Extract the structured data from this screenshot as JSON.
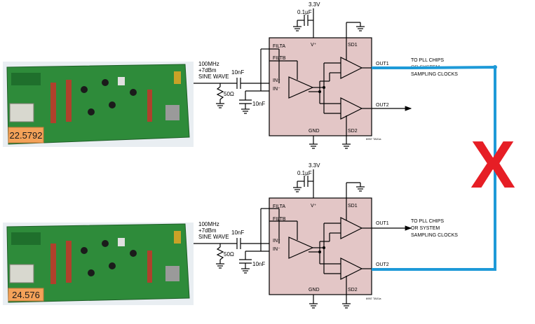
{
  "colors": {
    "ic_fill": "#e3c6c6",
    "wire": "#000000",
    "blue_wire": "#1e9ad8",
    "cross": "#e61e25",
    "pcb": "#2e8b3a",
    "freq_label_bg": "#f4a259"
  },
  "top": {
    "board_freq": "22.5792",
    "input_lines": [
      "100MHz",
      "+7dBm",
      "SINE WAVE"
    ],
    "supply": "3.3V",
    "decoupling_cap": "0.1µF",
    "coupling_cap": "10nF",
    "resistor": "50Ω",
    "filter_cap": "10nF",
    "pins": {
      "filta": "FILTA",
      "filtb": "FILTB",
      "vplus": "V⁺",
      "sd1": "SD1",
      "in_plus": "IN⁺",
      "in_minus": "IN⁻",
      "gnd": "GND",
      "sd2": "SD2",
      "out1": "OUT1",
      "out2": "OUT2"
    },
    "drawing_id": "6957 TA01a",
    "out1_dest": [
      "TO PLL CHIPS",
      "OR SYSTEM",
      "SAMPLING CLOCKS"
    ]
  },
  "bottom": {
    "board_freq": "24.576",
    "input_lines": [
      "100MHz",
      "+7dBm",
      "SINE WAVE"
    ],
    "supply": "3.3V",
    "decoupling_cap": "0.1µF",
    "coupling_cap": "10nF",
    "resistor": "50Ω",
    "filter_cap": "10nF",
    "pins": {
      "filta": "FILTA",
      "filtb": "FILTB",
      "vplus": "V⁺",
      "sd1": "SD1",
      "in_plus": "IN⁺",
      "in_minus": "IN⁻",
      "gnd": "GND",
      "sd2": "SD2",
      "out1": "OUT1",
      "out2": "OUT2"
    },
    "drawing_id": "6957 TA01a",
    "out1_dest": [
      "TO PLL CHIPS",
      "OR SYSTEM",
      "SAMPLING CLOCKS"
    ]
  },
  "cross_mark": "X"
}
